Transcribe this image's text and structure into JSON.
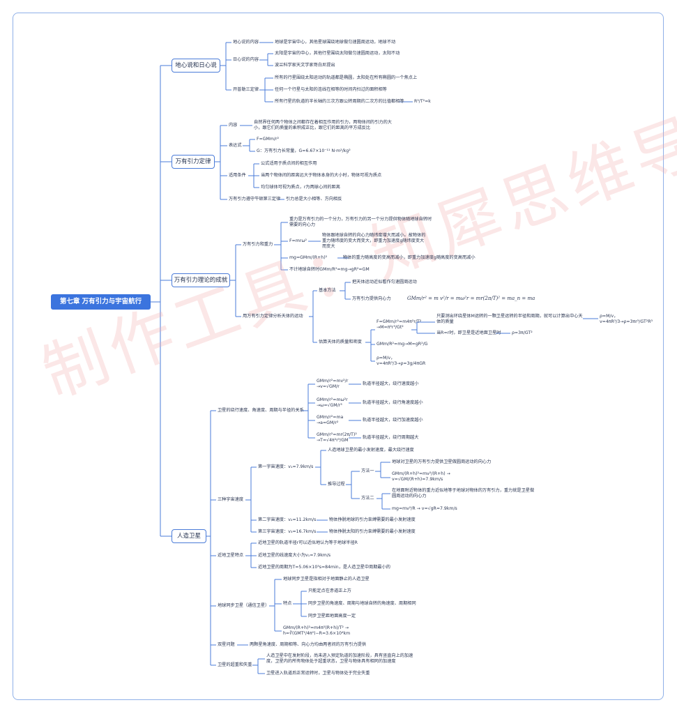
{
  "root": "第七章 万有引力与宇宙航行",
  "watermark": "制作工具：知犀思维导图",
  "s1": {
    "title": "地心说和日心说",
    "geo": "地心说的内容",
    "geo_d": "地球是宇宙中心，其他星球围绕地球做匀速圆周运动，地球不动",
    "helio": "日心说的内容",
    "helio_d1": "太阳是宇宙的中心，其他行星围绕太阳做匀速圆周运动，太阳不动",
    "helio_d2": "波兰科学家天文学家哥白尼提出",
    "kepler": "开普勒三定律",
    "k1": "所有的行星围绕太阳运动的轨道都是椭圆，太阳处在所有椭圆的一个焦点上",
    "k2": "任何一个行星与太阳的连线在相等的时间内扫过的面积相等",
    "k3": "所有行星的轨道的半长轴的三次方跟公转周期的二次方的比值都相等",
    "k3f": "R³/T²=k"
  },
  "s2": {
    "title": "万有引力定律",
    "content": "内容",
    "content_d": "自然界任何两个物体之间都存在着相互作用的引力，两物体间的引力的大小，跟它们的质量的乘积成正比，跟它们的距离的平方成反比",
    "expr": "表达式",
    "expr1": "F=GMm/r²",
    "expr2": "G：万有引力长常量，G=6.67×10⁻¹¹ N·m²/kg²",
    "cond": "适用条件",
    "c1": "公式适用于质点间的相互作用",
    "c2": "当两个物体间的距离远大于物体本身的大小时，物体可视为质点",
    "c3": "均匀球体可视为质点，r为两球心间的距离",
    "newton": "万有引力遵守牛顿第三定律",
    "newton_d": "引力总是大小相等、方向相反"
  },
  "s3": {
    "title": "万有引力理论的成就",
    "g": "万有引力和重力",
    "g1": "重力是万有引力的一个分力，万有引力的另一个分力提供物体随地球自转时需要的向心力",
    "g2": "F=mrω²",
    "g2d": "物体跟地球自转的向心力随纬度增大而减小。故物体的重力随纬度的变大而变大，即重力加速度g随纬度变大而变大",
    "g3": "mg=GMm/(R+h)²",
    "g3d": "物体的重力随高度的变高而减小，即重力加速度g随高度的变高而减小",
    "g4": "不计地球自转时GMm/R²=mg→gR²=GM",
    "app": "用万有引力定律分析天体的运动",
    "basic": "基本方法",
    "basic1": "把天体运动近似看作匀速圆周运动",
    "basic2": "万有引力提供向心力",
    "basic2f": "GMm/r² = m v²/r = mω²r = mr(2π/T)² = ma_n = ma",
    "est": "估算天体的质量和密度",
    "e1": "F=GMm/r²=m4π²r/T² →M=π²r³/Gt²",
    "e1a": "只要测出环绕星体M运转的一颗卫星运转的半径和周期，就可以计算出中心天体的质量",
    "e1af": "ρ=M/v，v=4πR³/3→ρ=3πr³/GT²R³",
    "e1b": "当R=r时，即卫星是近地面卫星时",
    "e1bf": "ρ=3π/GT²",
    "e2": "GMm/R²=mg→M=gR²/G",
    "e3": "ρ=M/v，v=4πR³/3→ρ=3g/4πGR"
  },
  "s4": {
    "title": "人造卫星",
    "rel": "卫星的绕行速度、角速度、周期与半径的关系",
    "r1": "GMm/r²=mv²/r →v=√GM/r",
    "r1d": "轨道半径越大，绕行速度越小",
    "r2": "GMm/r²=mω²r →ω=√GM/r³",
    "r2d": "轨道半径越大，绕行角速度越小",
    "r3": "GMm/r²=ma →a=GM/r²",
    "r3d": "轨道半径越大，绕行加速度越小",
    "r4": "GMm/r²=mr(2π/T)² →T=√4π²r³/GM",
    "r4d": "轨道半径越大，绕行周期越大",
    "cosmic": "三种宇宙速度",
    "v1": "第一宇宙速度：v₁=7.9km/s",
    "v1a": "人造地球卫星的最小发射速度，最大绕行速度",
    "deriv": "推导过程",
    "m1": "方法一",
    "m1a": "地球对卫星的万有引力提供卫星做圆周运动的向心力",
    "m1b": "GMm/(R+h)²=mv²/(R+h) → v=√GM/(R+h)=7.9km/s",
    "m2": "方法二",
    "m2a": "在地面附近物体的重力近似地等于地球对物体的万有引力，重力就是卫星做圆周运动的向心力",
    "m2b": "mg=mv²/R → v=√gR=7.9km/s",
    "v2": "第二宇宙速度：v₂=11.2km/s",
    "v2d": "物体挣脱地球的引力束缚需要的最小发射速度",
    "v3": "第三宇宙速度：v₃=16.7km/s",
    "v3d": "物体挣脱太阳的引力束缚需要的最小发射速度",
    "near": "近地卫星特点",
    "n1": "近地卫星的轨道半径r可以近似地认为等于地球半径R",
    "n2": "近地卫星的线速度大小为v₁=7.9km/s",
    "n3": "近地卫星的周期为T=5.06×10³s=84min，是人造卫星中周期最小的",
    "sync": "地球同步卫星（通信卫星）",
    "s1": "地球同步卫星是指相对于地面静止的人造卫星",
    "feat": "特点",
    "f1": "只能定点在赤道正上方",
    "f2": "同步卫星的角速度、周期与地球自转的角速度、周期相同",
    "f3": "同步卫星距地面高度一定",
    "s3": "GMm/(R+h)²=m4π²(R+h)/T² → h=∛(GMT²/4π²)−R=3.6×10⁴km",
    "dbl": "双星问题",
    "dbl_d": "两颗星角速度、周期相等、向心力均由两者间的万有引力提供",
    "wt": "卫星的超重和失重",
    "wt1": "人造卫星中在发射阶段，尚未进入预定轨道的加速阶段，具有竖直向上的加速度，卫星内的所有物体处于超重状态，卫星与物体具有相同的加速度",
    "wt2": "卫星进入轨道后正常运转时，卫星与物体处于完全失重"
  }
}
